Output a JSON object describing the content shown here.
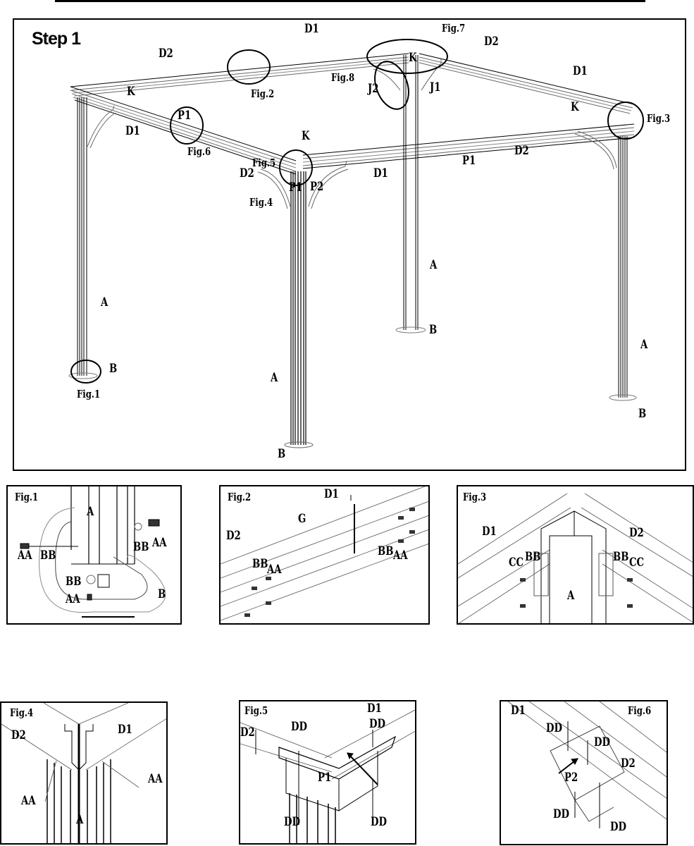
{
  "step_title": "Step 1",
  "main": {
    "labels": {
      "d1_top": "D1",
      "d2_left_top": "D2",
      "fig7": "Fig.7",
      "d2_right_top": "D2",
      "k_top": "K",
      "fig8": "Fig.8",
      "j2": "J2",
      "j1": "J1",
      "d1_right": "D1",
      "k_left": "K",
      "fig2": "Fig.2",
      "k_right": "K",
      "fig3": "Fig.3",
      "p1_left": "P1",
      "d1_left": "D1",
      "fig6": "Fig.6",
      "k_front": "K",
      "fig5": "Fig.5",
      "d2_front_left": "D2",
      "d1_front": "D1",
      "p1_front": "P1",
      "d2_front_right": "D2",
      "p1_corner": "P1",
      "p2_corner": "P2",
      "fig4": "Fig.4",
      "a_back": "A",
      "b_back": "B",
      "a_left": "A",
      "b_left": "B",
      "fig1": "Fig.1",
      "a_front": "A",
      "b_front": "B",
      "a_right": "A",
      "b_right": "B"
    }
  },
  "details": [
    {
      "title": "Fig.1",
      "labels": [
        "A",
        "AA",
        "BB",
        "BB",
        "AA",
        "BB",
        "AA",
        "B"
      ]
    },
    {
      "title": "Fig.2",
      "labels": [
        "D1",
        "G",
        "D2",
        "BB",
        "AA",
        "BB",
        "AA"
      ]
    },
    {
      "title": "Fig.3",
      "labels": [
        "D1",
        "D2",
        "CC",
        "BB",
        "BB",
        "CC",
        "A"
      ]
    },
    {
      "title": "Fig.4",
      "labels": [
        "D2",
        "D1",
        "AA",
        "AA",
        "A"
      ]
    },
    {
      "title": "Fig.5",
      "labels": [
        "D1",
        "D2",
        "DD",
        "DD",
        "P1",
        "DD",
        "DD"
      ]
    },
    {
      "title": "Fig.6",
      "labels": [
        "D1",
        "DD",
        "DD",
        "D2",
        "P2",
        "DD",
        "DD"
      ]
    }
  ]
}
